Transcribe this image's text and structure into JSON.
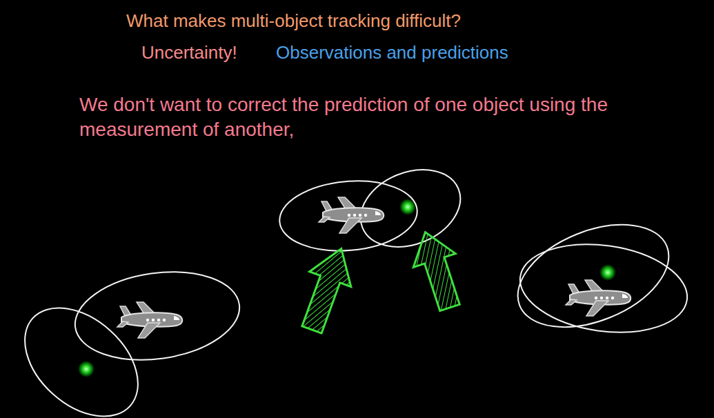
{
  "diagram": {
    "title": "What makes multi-object tracking difficult?",
    "labels": [
      "Uncertainty!",
      "Observations and predictions",
      "We don't want to correct the prediction of one object using the measurement of another,"
    ]
  }
}
